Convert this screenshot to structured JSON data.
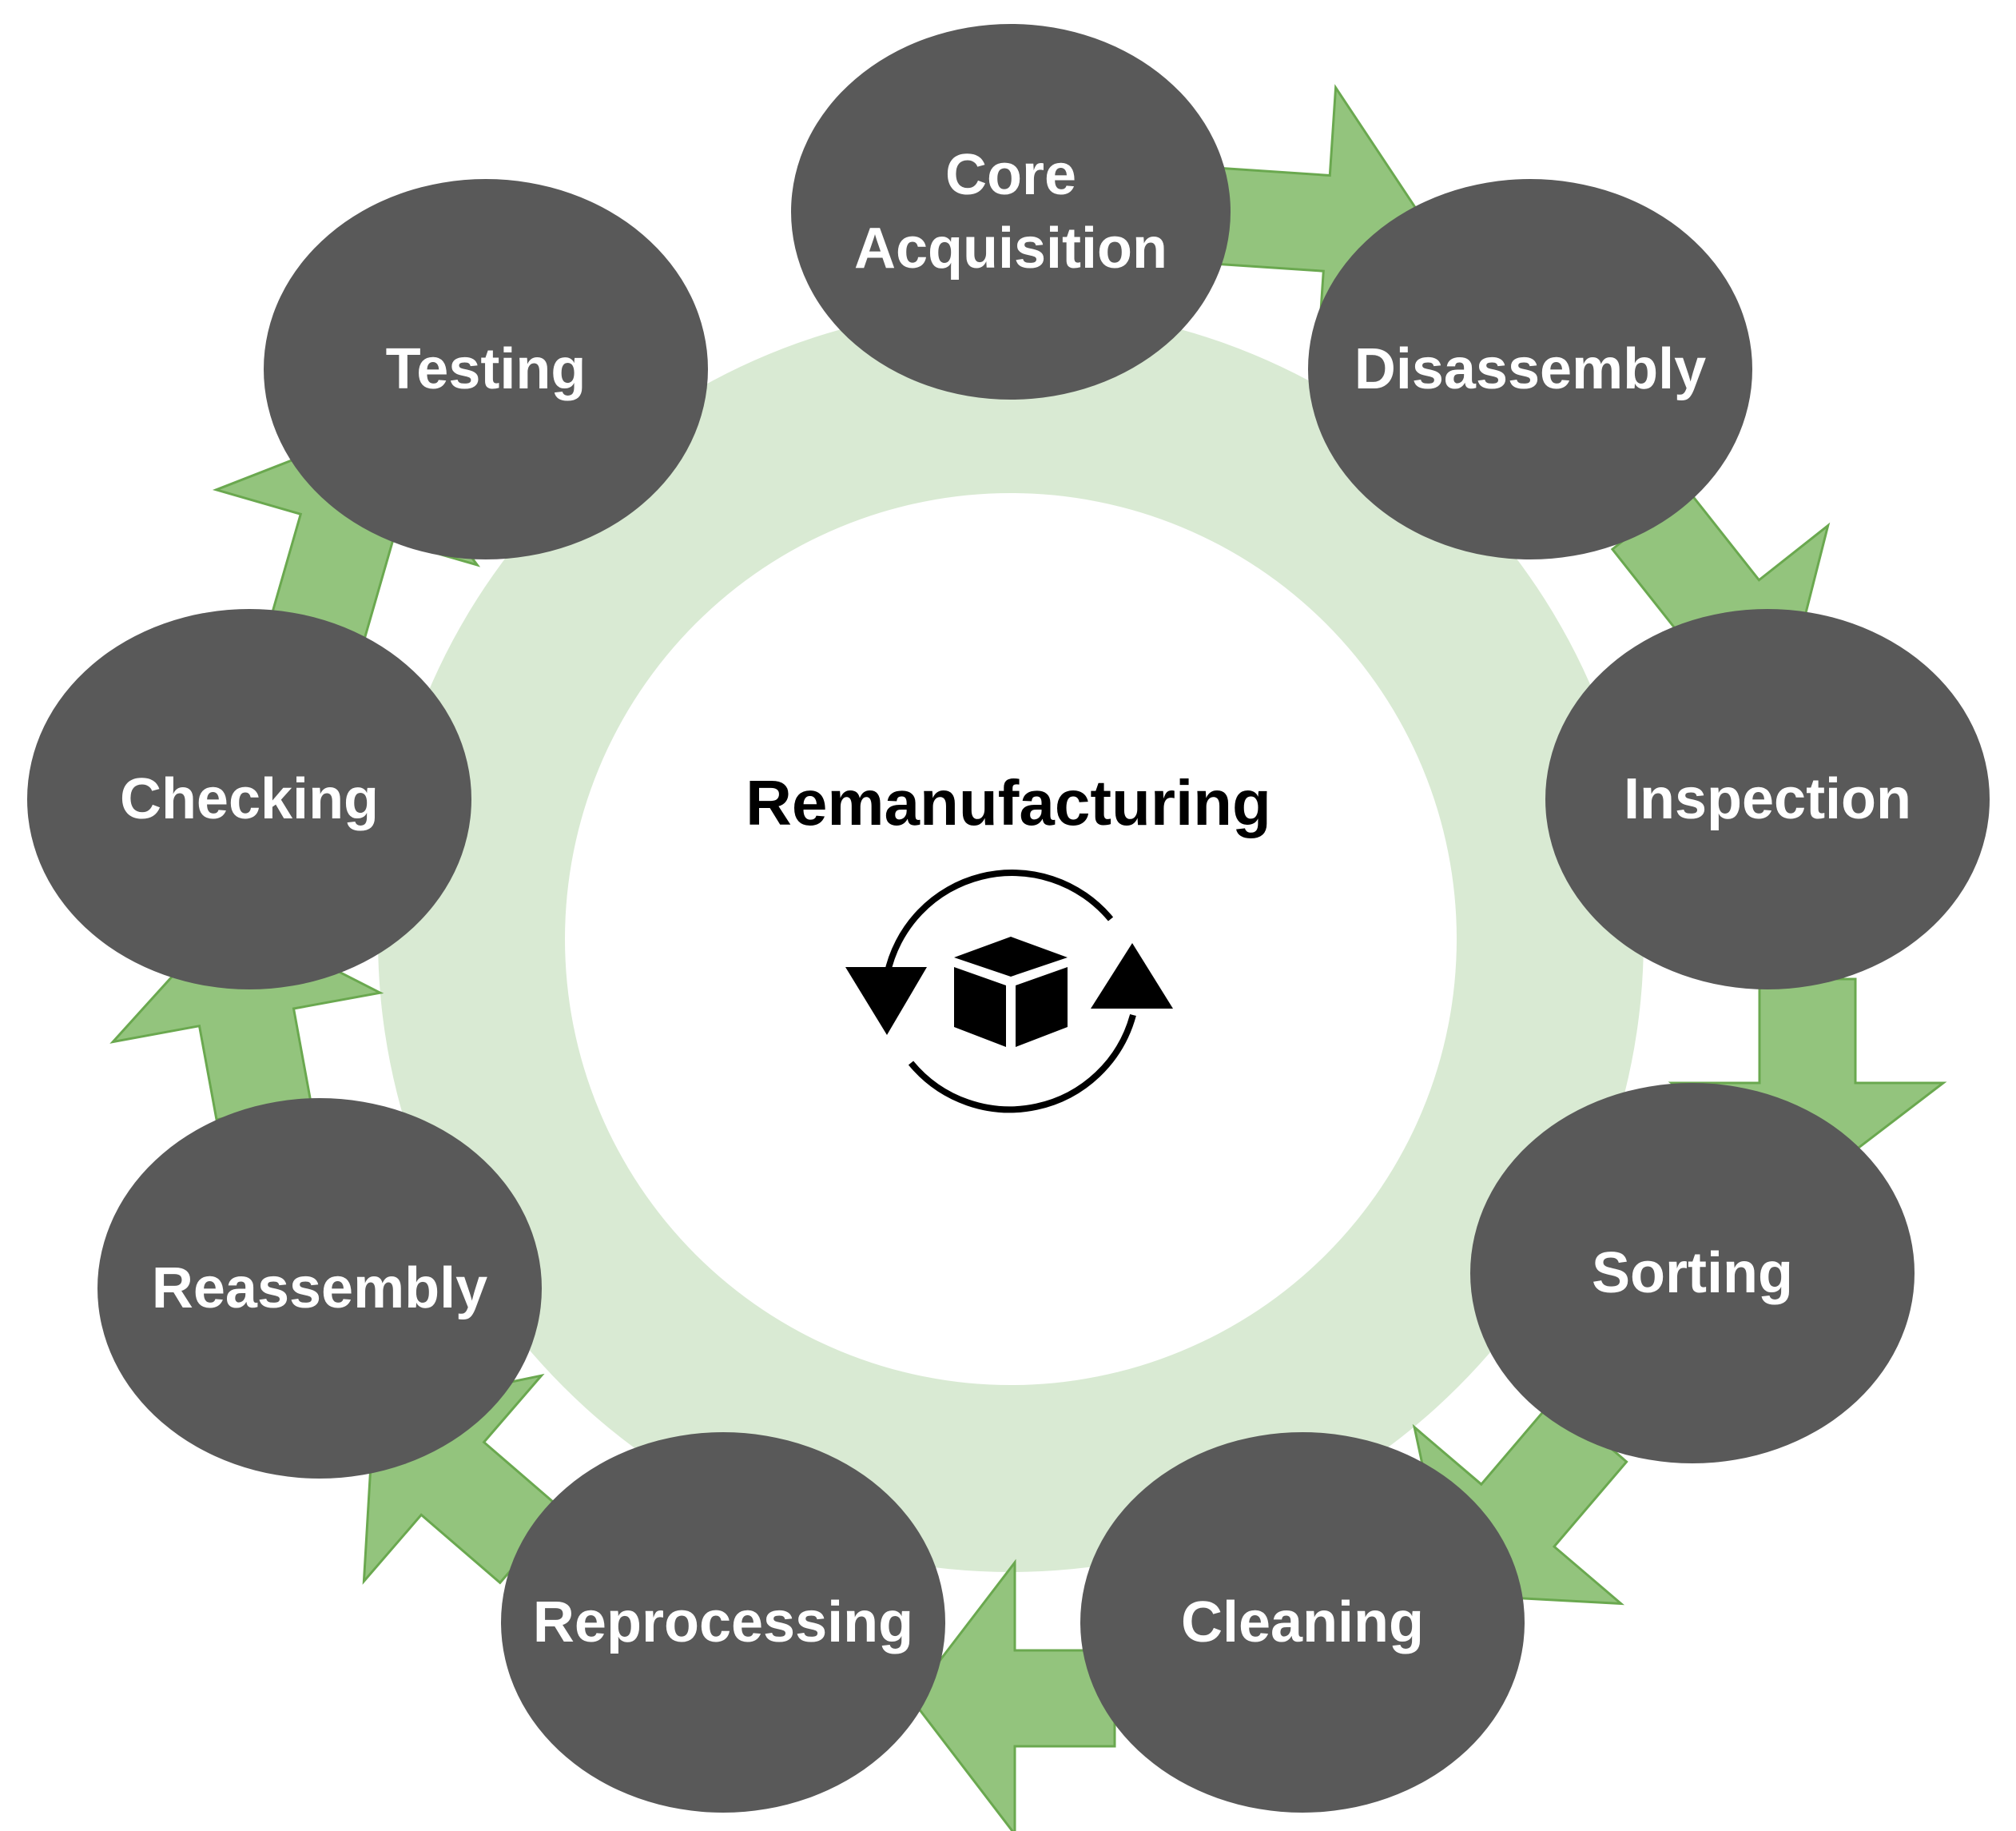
{
  "title": "Remanufacturing",
  "center_icon": "cycle-box-icon",
  "colors": {
    "node_fill": "#595959",
    "node_text": "#ffffff",
    "arrow_fill": "#93c47d",
    "arrow_stroke": "#6aa84f",
    "ring_fill": "#d9ead3",
    "center_fill": "#ffffff",
    "title_color": "#000000"
  },
  "steps": [
    {
      "id": "core-acquisition",
      "lines": [
        "Core",
        "Acquisition"
      ]
    },
    {
      "id": "disassembly",
      "lines": [
        "Disassembly"
      ]
    },
    {
      "id": "inspection",
      "lines": [
        "Inspection"
      ]
    },
    {
      "id": "sorting",
      "lines": [
        "Sorting"
      ]
    },
    {
      "id": "cleaning",
      "lines": [
        "Cleaning"
      ]
    },
    {
      "id": "reprocessing",
      "lines": [
        "Reprocessing"
      ]
    },
    {
      "id": "reassembly",
      "lines": [
        "Reassembly"
      ]
    },
    {
      "id": "checking",
      "lines": [
        "Checking"
      ]
    },
    {
      "id": "testing",
      "lines": [
        "Testing"
      ]
    }
  ],
  "flow": [
    {
      "from": "core-acquisition",
      "to": "disassembly"
    },
    {
      "from": "disassembly",
      "to": "inspection"
    },
    {
      "from": "inspection",
      "to": "sorting"
    },
    {
      "from": "sorting",
      "to": "cleaning"
    },
    {
      "from": "cleaning",
      "to": "reprocessing"
    },
    {
      "from": "reprocessing",
      "to": "reassembly"
    },
    {
      "from": "reassembly",
      "to": "checking"
    },
    {
      "from": "checking",
      "to": "testing"
    }
  ]
}
